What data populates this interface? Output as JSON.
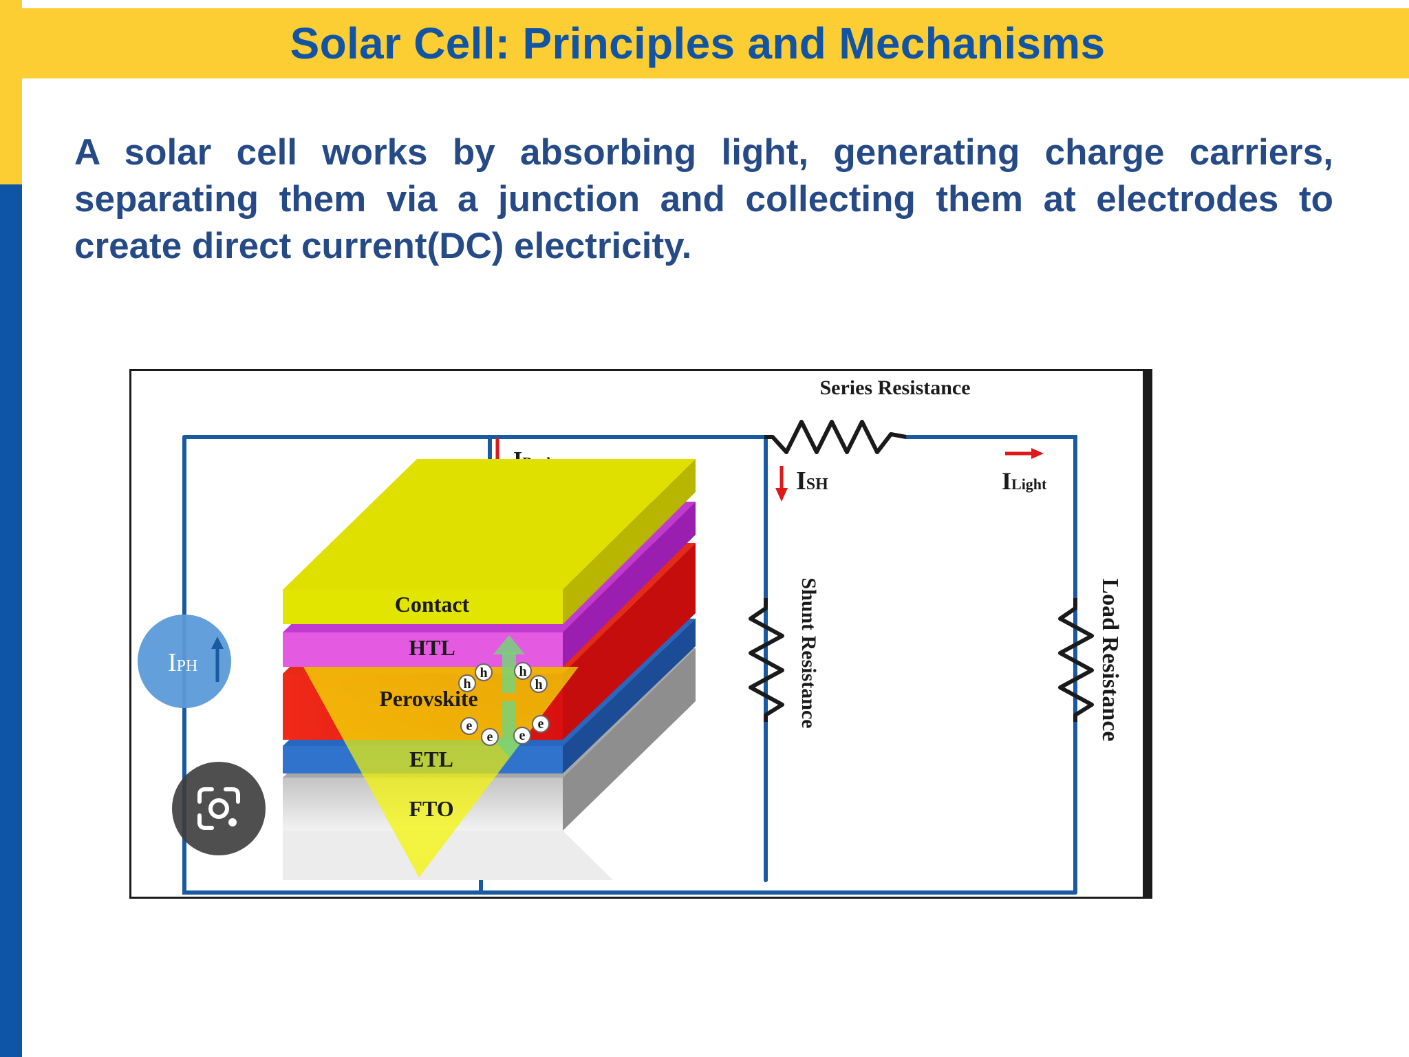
{
  "slide": {
    "title": "Solar Cell: Principles and Mechanisms",
    "intro": "A solar cell works by absorbing light, generating charge carriers, separating them via a junction and collecting them at electrodes to create direct current(DC) electricity."
  },
  "diagram": {
    "layers": [
      "Contact",
      "HTL",
      "Perovskite",
      "ETL",
      "FTO"
    ],
    "carriers": {
      "hole": "h",
      "electron": "e"
    },
    "currents": {
      "photo": {
        "main": "I",
        "sub": "PH"
      },
      "dark": {
        "main": "I",
        "sub": "Dark"
      },
      "shunt": {
        "main": "I",
        "sub": "SH"
      },
      "light": {
        "main": "I",
        "sub": "Light"
      }
    },
    "resistors": {
      "series": "Series Resistance",
      "shunt": "Shunt Resistance",
      "load": "Load Resistance"
    },
    "colors": {
      "wire": "#1a5aa0",
      "contact": "#e2e500",
      "htl": "#e45ae0",
      "perovskite": "#f2321b",
      "etl": "#2f73cc",
      "fto": "#b4b4b4",
      "arrow_red": "#e01818",
      "light_cone": "#f5f500"
    },
    "icons": [
      "lens-camera-icon",
      "up-arrow-icon",
      "down-arrow-icon",
      "right-arrow-icon"
    ]
  }
}
